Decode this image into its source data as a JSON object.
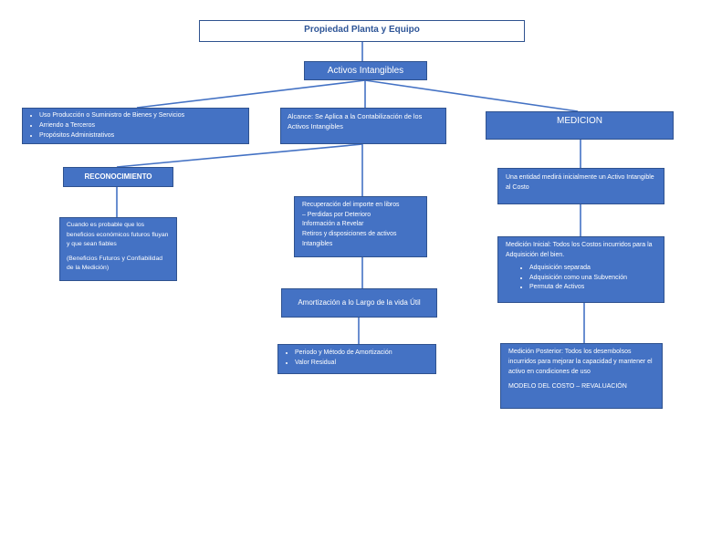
{
  "title": "Propiedad Planta y Equipo",
  "root": "Activos Intangibles",
  "uses": [
    "Uso Producción o Suministro de Bienes y Servicios",
    "Arriendo a Terceros",
    "Propósitos Administrativos"
  ],
  "alcance": "Alcance: Se Aplica a la Contabilización de los Activos Intangibles",
  "medicion": "MEDICION",
  "reconocimiento": "RECONOCIMIENTO",
  "reconocimiento_text": "Cuando es probable que los beneficios económicos futuros fluyan y que sean fiables",
  "reconocimiento_note": "(Beneficios Futuros y Confiabilidad de la Medición)",
  "recuperacion": [
    "Recuperación del importe en libros",
    "– Perdidas por Deterioro",
    "Información a Revelar",
    "Retiros y disposiciones de activos Intangibles"
  ],
  "amortizacion": "Amortización a lo Largo de la vida Útil",
  "amortizacion_items": [
    "Periodo y Método de Amortización",
    "Valor Residual"
  ],
  "medicion_costo": "Una entidad medirá inicialmente un Activo Intangible al Costo",
  "medicion_inicial": "Medición Inicial:  Todos los Costos incurridos para la Adquisición del bien.",
  "medicion_inicial_items": [
    "Adquisición separada",
    "Adquisición como una Subvención",
    "Permuta de Activos"
  ],
  "medicion_posterior": "Medición Posterior: Todos los desembolsos incurridos para mejorar la capacidad y mantener el activo en condiciones de uso",
  "modelo": "MODELO DEL COSTO – REVALUACIÓN",
  "colors": {
    "box_fill": "#4472c4",
    "box_border": "#2f528f",
    "title_text": "#2e5597"
  }
}
